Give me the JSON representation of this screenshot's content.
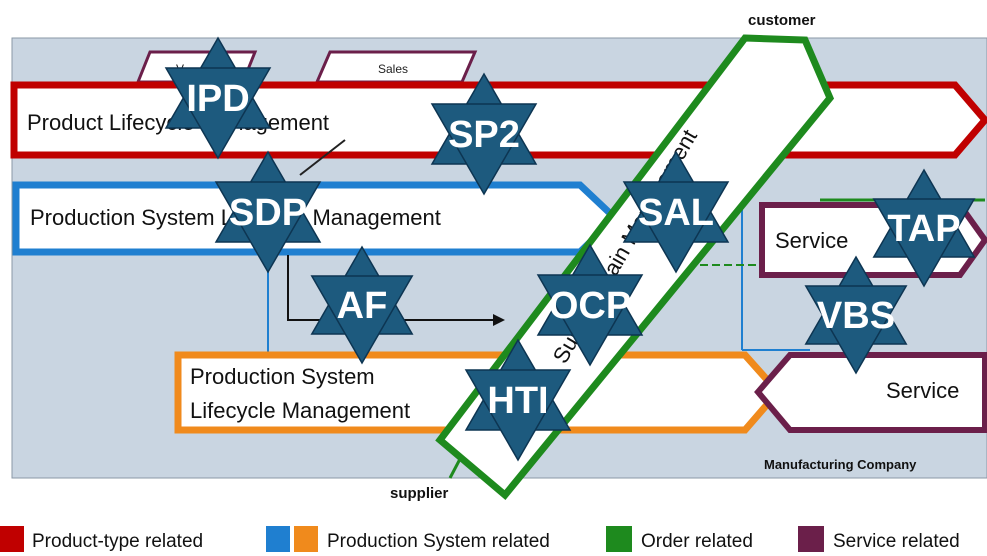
{
  "diagram": {
    "top_label": "customer",
    "bottom_label": "supplier",
    "company_label": "Manufacturing Company",
    "sales_tab": "Sales",
    "bars": {
      "product_lifecycle": "Product Lifecycle Management",
      "production_system_blue": "Production System Lifecycle Management",
      "production_system_orange_line1": "Production System",
      "production_system_orange_line2": "Lifecycle Management",
      "service_top": "Service",
      "service_bottom": "Service",
      "supply_chain": "Supply Chain Management"
    },
    "stars": [
      {
        "id": "IPD",
        "label": "IPD"
      },
      {
        "id": "SP2",
        "label": "SP2"
      },
      {
        "id": "SDP",
        "label": "SDP"
      },
      {
        "id": "AF",
        "label": "AF"
      },
      {
        "id": "SAL",
        "label": "SAL"
      },
      {
        "id": "OCP",
        "label": "OCP"
      },
      {
        "id": "HTI",
        "label": "HTI"
      },
      {
        "id": "TAP",
        "label": "TAP"
      },
      {
        "id": "VBS",
        "label": "VBS"
      }
    ]
  },
  "legend": {
    "items": [
      {
        "label": "Product-type related",
        "colors": [
          "#c00000"
        ]
      },
      {
        "label": "Production System related",
        "colors": [
          "#1f7fd0",
          "#f08a1c"
        ]
      },
      {
        "label": "Order related",
        "colors": [
          "#1e8a1e"
        ]
      },
      {
        "label": "Service related",
        "colors": [
          "#6b1f4a"
        ]
      }
    ]
  },
  "colors": {
    "background_panel": "#c9d5e1",
    "product": "#c00000",
    "production_blue": "#1f7fd0",
    "production_orange": "#f08a1c",
    "order": "#1e8a1e",
    "service": "#6b1f4a",
    "star_fill": "#1d5a7e",
    "star_stroke": "#0d3552"
  }
}
